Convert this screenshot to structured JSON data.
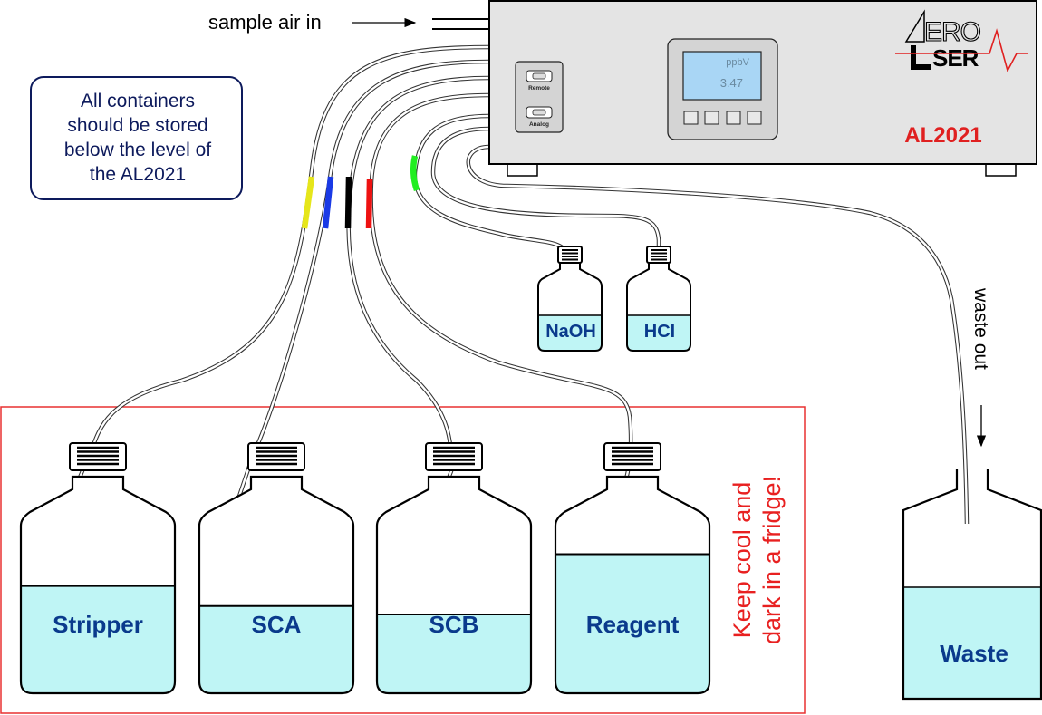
{
  "annotations": {
    "sample_air_in": "sample air in",
    "waste_out": "waste out",
    "storage_note": [
      "All containers",
      "should be stored",
      "below the level of",
      "the AL2021"
    ],
    "fridge_note": [
      "Keep cool and",
      "dark in a fridge!"
    ]
  },
  "device": {
    "model": "AL2021",
    "brand_top": "ERO",
    "brand_bottom": "SER",
    "display_unit": "ppbV",
    "display_value": "3.47",
    "ports": [
      "Remote",
      "Analog"
    ],
    "button_count": 4
  },
  "bottles": {
    "stripper": "Stripper",
    "sca": "SCA",
    "scb": "SCB",
    "reagent": "Reagent",
    "naoh": "NaOH",
    "hcl": "HCl",
    "waste": "Waste"
  },
  "fill_levels": {
    "stripper": 0.64,
    "sca": 0.52,
    "scb": 0.47,
    "reagent": 0.83,
    "naoh": 0.55,
    "hcl": 0.55,
    "waste": 0.5
  },
  "tube_markers": [
    "yellow",
    "blue",
    "black",
    "red",
    "green"
  ],
  "colors": {
    "liquid": "#bff5f5",
    "device_body": "#e4e4e4",
    "display": "#a9d6f5",
    "brand_red": "#e02020",
    "label_blue": "#0a3a8c",
    "note_border": "#0d1a5c",
    "fridge_border": "#e83030",
    "marker_yellow": "#e6e61a",
    "marker_blue": "#1a3ae6",
    "marker_black": "#000000",
    "marker_red": "#ee1111",
    "marker_green": "#22ee22"
  }
}
